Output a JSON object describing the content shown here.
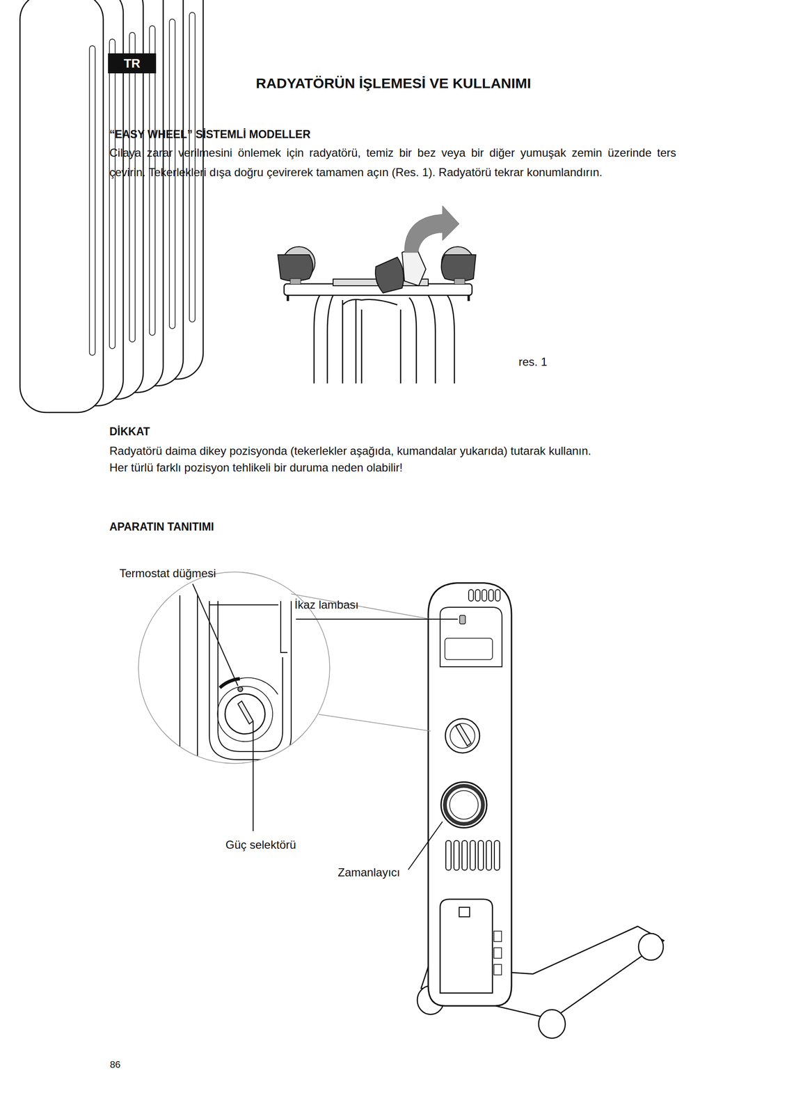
{
  "diagram": {
    "title": "RADYATÖRÜN İŞLEMESİ VE KULLANIMI",
    "nodes": [
      {
        "text": [
          "TR"
        ]
      }
    ],
    "labels": [
      "“EASY WHEEL” SİSTEMLİ MODELLER",
      "Cilaya zarar verilmesini önlemek için radyatörü, temiz bir bez veya bir diğer yumuşak zemin üzerinde ters çevirin. Tekerlekleri dışa doğru çevirerek tamamen açın (Res. 1). Radyatörü tekrar konumlandırın.",
      "res. 1",
      "DİKKAT",
      "Radyatörü daima dikey pozisyonda (tekerlekler aşağıda, kumandalar yukarıda) tutarak kullanın.",
      "Her türlü farklı pozisyon tehlikeli bir duruma neden olabilir!",
      "APARATIN TANITIMI",
      "Termostat düğmesi",
      "İkaz lambası",
      "Güç selektörü",
      "Zamanlayıcı",
      "86"
    ]
  }
}
